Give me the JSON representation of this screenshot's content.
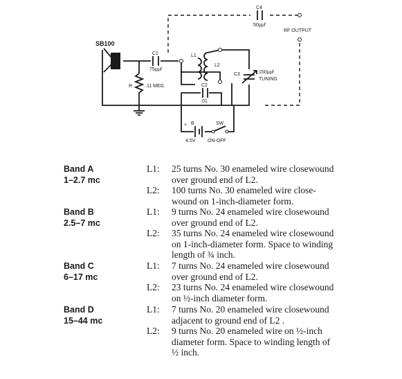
{
  "schematic": {
    "transistor": "SB100",
    "c1": {
      "name": "C1",
      "value": "75μμf"
    },
    "l1": "L1",
    "l2": "L2",
    "c2": {
      "name": "C2",
      "value": ".01"
    },
    "c3": {
      "name": "C3",
      "value": "150μμf",
      "note": "TUNING"
    },
    "c4": {
      "name": "C4",
      "value": "50μμf"
    },
    "r": {
      "name": "R",
      "value": ".11 MEG"
    },
    "battery": {
      "name": "B",
      "value": "4.5V",
      "plus": "+"
    },
    "switch": {
      "name": "SW",
      "note": "ON-OFF"
    },
    "output": "RF OUTPUT"
  },
  "bands": [
    {
      "name": "Band A",
      "range": "1–2.7 mc",
      "coils": [
        {
          "label": "L1:",
          "lines": [
            "25 turns No. 30 enameled wire closewound",
            "over ground end of L2."
          ]
        },
        {
          "label": "L2:",
          "lines": [
            "100 turns No. 30 enameled wire close-",
            "wound on 1-inch-diameter form."
          ]
        }
      ]
    },
    {
      "name": "Band B",
      "range": "2.5–7 mc",
      "coils": [
        {
          "label": "L1:",
          "lines": [
            "9 turns No. 24 enameled wire closewound",
            "over ground end of L2."
          ]
        },
        {
          "label": "L2:",
          "lines": [
            "35 turns No. 24 enameled wire closewound",
            "on 1-inch-diameter form. Space to winding",
            "length of ¾ inch."
          ]
        }
      ]
    },
    {
      "name": "Band C",
      "range": "6–17 mc",
      "coils": [
        {
          "label": "L1:",
          "lines": [
            "7 turns No. 24 enameled wire closewound",
            "over ground end of L2."
          ]
        },
        {
          "label": "L2:",
          "lines": [
            "23 turns No. 24 enameled wire closewound",
            "on ½-inch diameter form."
          ]
        }
      ]
    },
    {
      "name": "Band D",
      "range": "15–44 mc",
      "coils": [
        {
          "label": "L1:",
          "lines": [
            "7 turns No. 20 enameled wire closewound",
            "adjacent to ground end of L2 ."
          ]
        },
        {
          "label": "L2:",
          "lines": [
            "9 turns No. 20 enameled wire on ½-inch",
            "diameter form. Space to winding length of",
            "½ inch."
          ]
        }
      ]
    }
  ]
}
